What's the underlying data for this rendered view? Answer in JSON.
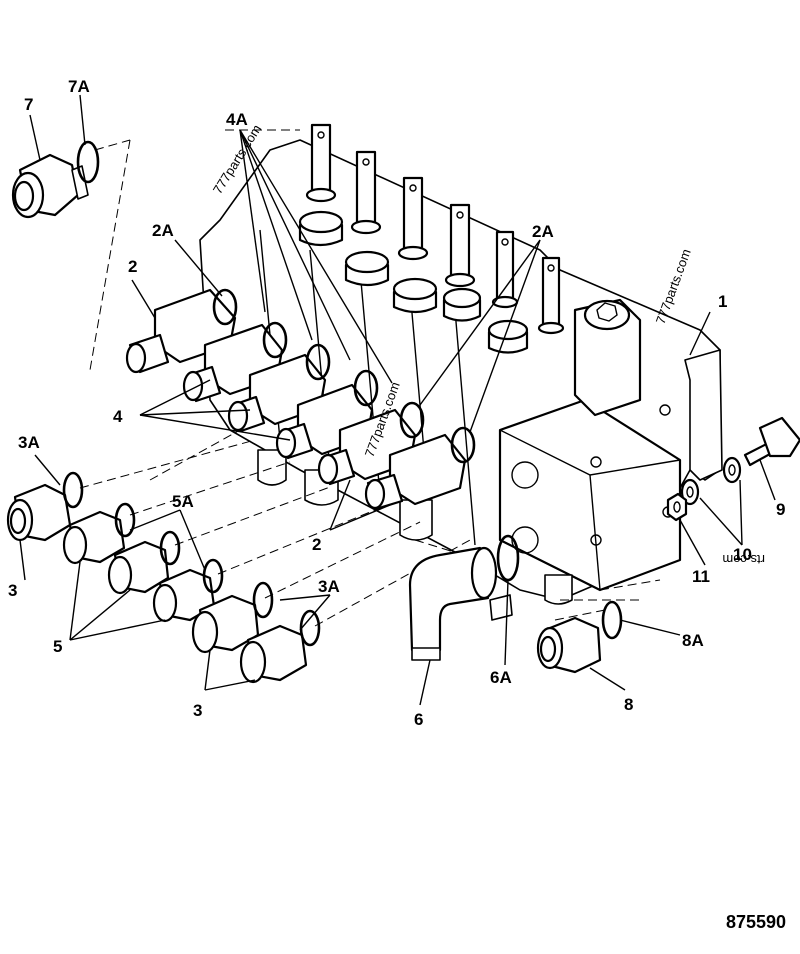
{
  "labels": {
    "l1": "1",
    "l2a": "2",
    "l2b": "2",
    "l2A_a": "2A",
    "l2A_b": "2A",
    "l3a": "3",
    "l3b": "3",
    "l3A_a": "3A",
    "l3A_b": "3A",
    "l4": "4",
    "l4A": "4A",
    "l5": "5",
    "l5A": "5A",
    "l6": "6",
    "l6A": "6A",
    "l7": "7",
    "l7A": "7A",
    "l8": "8",
    "l8A": "8A",
    "l9": "9",
    "l10": "10",
    "l11": "11"
  },
  "watermarks": {
    "w1": "777parts.com",
    "w2": "777parts.com",
    "w3": "777parts.com",
    "w4": "rts.com"
  },
  "drawing_number": "875590"
}
